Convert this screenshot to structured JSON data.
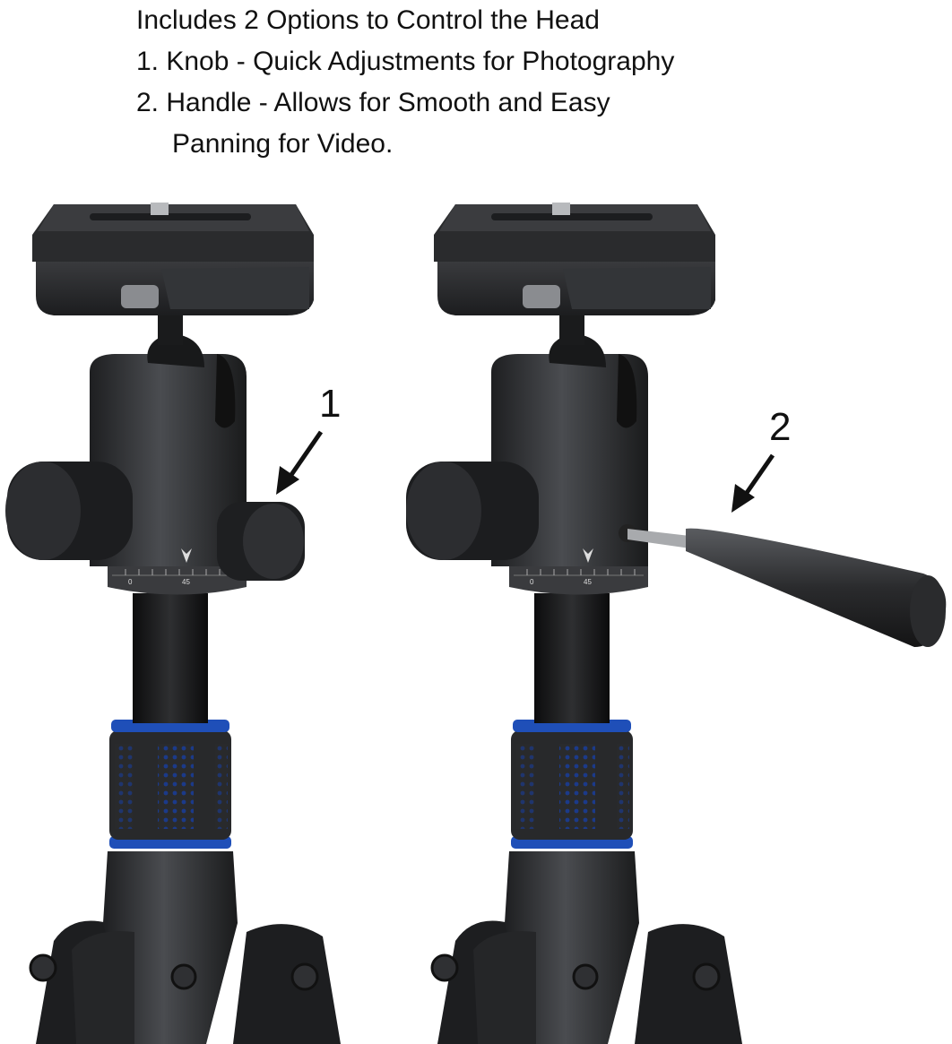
{
  "caption": {
    "heading": "Includes 2 Options to Control the Head",
    "line1": "1. Knob - Quick Adjustments for Photography",
    "line2": "2. Handle - Allows for Smooth and Easy",
    "line2_cont": "Panning for Video."
  },
  "callouts": {
    "knob_number": "1",
    "handle_number": "2"
  },
  "dial": {
    "mark_zero": "0",
    "mark_45": "45"
  },
  "colors": {
    "body": "#2b2c2e",
    "accent_blue": "#1f4fb8",
    "text": "#111111"
  }
}
